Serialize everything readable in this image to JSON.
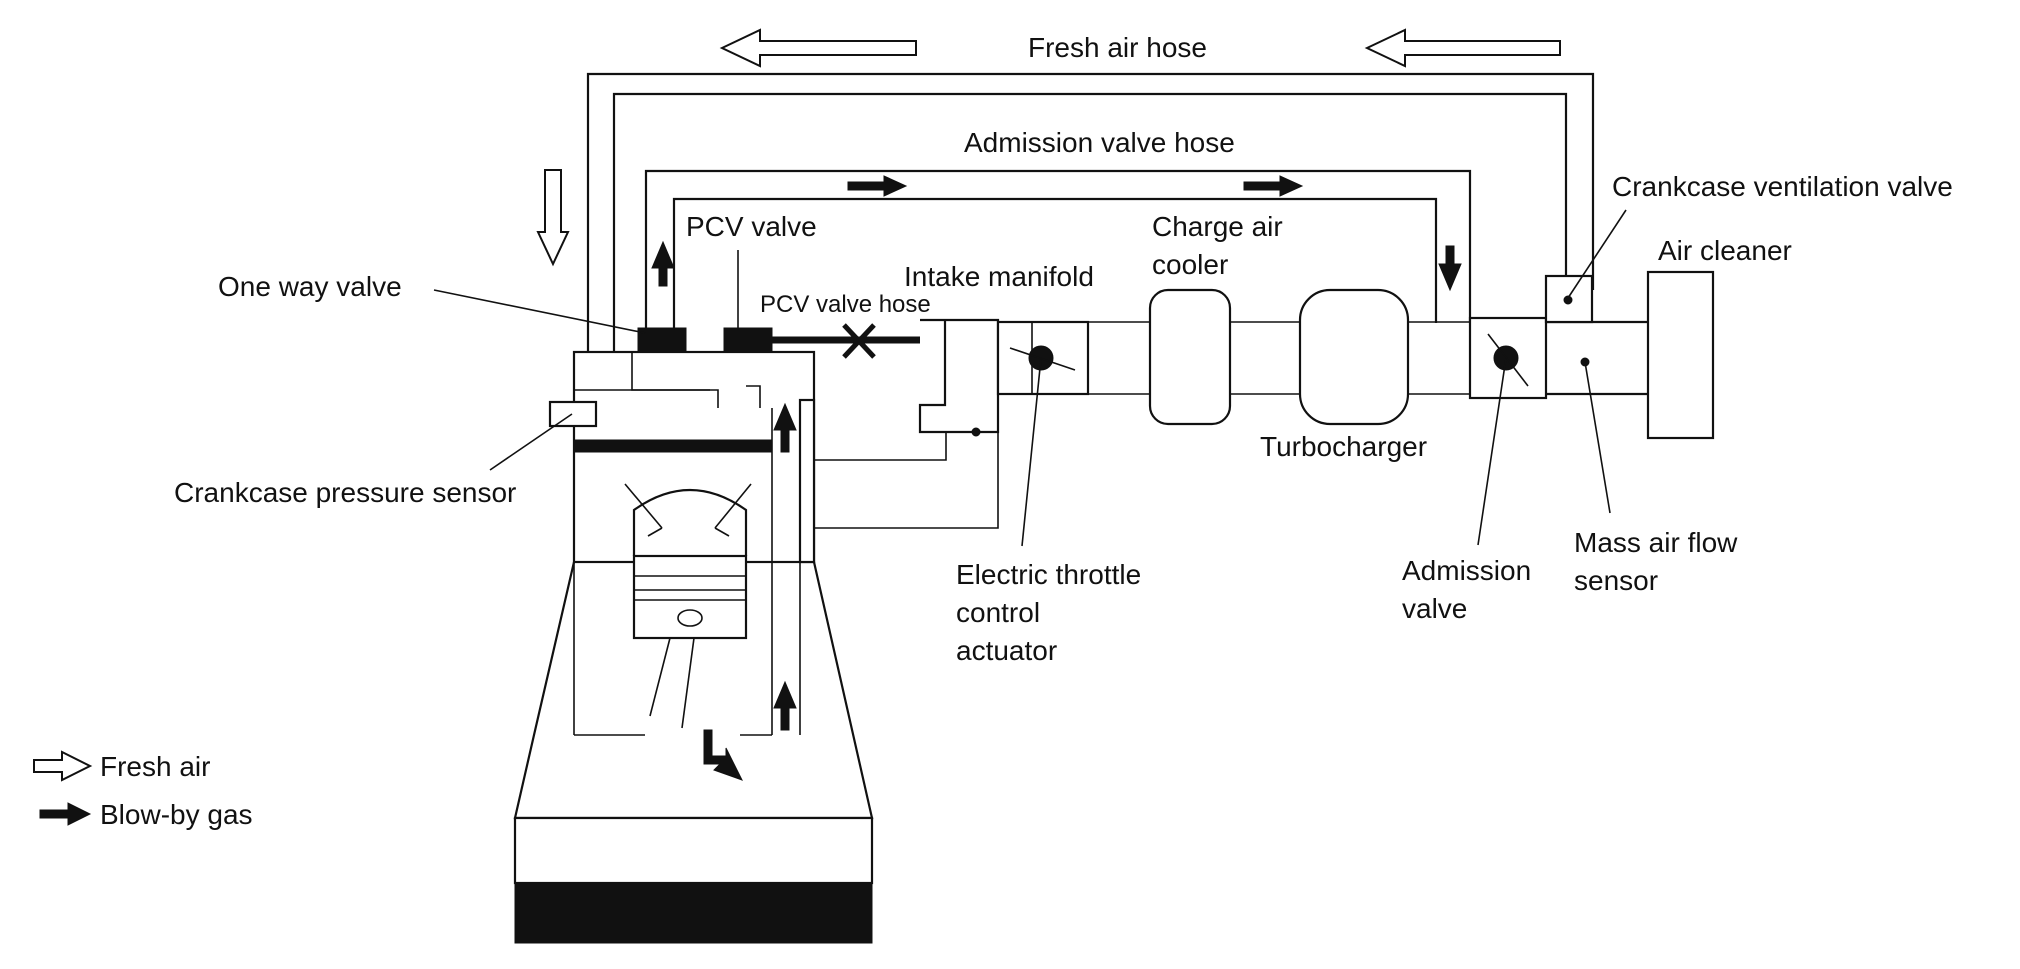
{
  "labels": {
    "fresh_air_hose": "Fresh air hose",
    "admission_valve_hose": "Admission valve hose",
    "crankcase_ventilation_valve": "Crankcase ventilation valve",
    "air_cleaner": "Air cleaner",
    "pcv_valve": "PCV valve",
    "pcv_valve_hose": "PCV valve hose",
    "intake_manifold": "Intake manifold",
    "charge_air_cooler_line1": "Charge air",
    "charge_air_cooler_line2": "cooler",
    "one_way_valve": "One way valve",
    "crankcase_pressure_sensor": "Crankcase pressure sensor",
    "turbocharger": "Turbocharger",
    "electric_throttle_line1": "Electric throttle",
    "electric_throttle_line2": "control",
    "electric_throttle_line3": "actuator",
    "admission_valve_line1": "Admission",
    "admission_valve_line2": "valve",
    "mass_air_flow_line1": "Mass air flow",
    "mass_air_flow_line2": "sensor"
  },
  "legend": {
    "fresh_air": "Fresh air",
    "blow_by_gas": "Blow-by gas"
  }
}
